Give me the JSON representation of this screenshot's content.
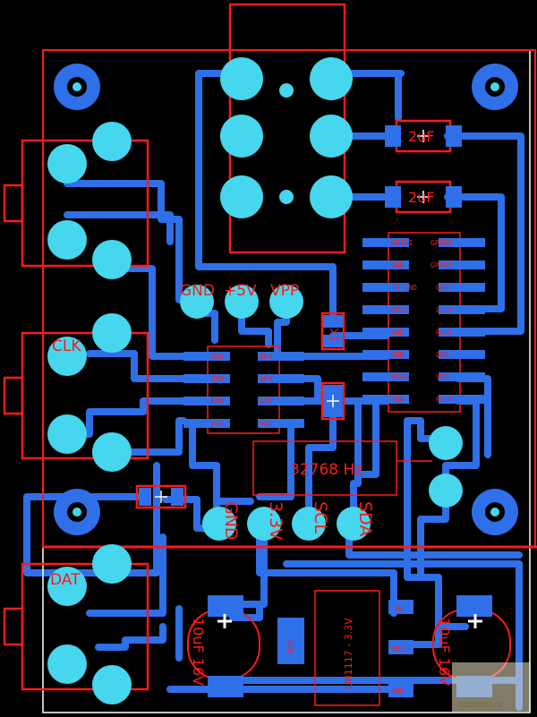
{
  "colors": {
    "background": "#000000",
    "copper": "#2f6fe8",
    "pad": "#46d6ee",
    "silkscreen": "#ff1a1a",
    "outline": "#ffffff"
  },
  "labels": {
    "gnd": "GND",
    "plus5v": "+5V",
    "vpp": "VPP",
    "clk": "CLK",
    "dat": "DAT",
    "crystal": "32768 Hz",
    "cap1": "2uF",
    "cap2": "2uF",
    "res": "1K",
    "hdr_gnd": "GND",
    "hdr_33v": "3.3V",
    "hdr_scl": "SCL",
    "hdr_sda": "SDA",
    "reg": "LM1117 - 3.3V",
    "reg_in": "IN",
    "reg_out": "OUT",
    "reg_gnd": "GND",
    "reg_tab": "OUT",
    "ecap_left": "10uF 16V",
    "ecap_right": "10uF 16V",
    "ecap_plus": "+",
    "watermark": "radiohot.ru"
  },
  "ic_left": {
    "left_pins": [
      "GP2",
      "GP1",
      "GP0",
      "VSS"
    ],
    "right_pins": [
      "GP3",
      "GP4",
      "GP5",
      "VDD"
    ]
  },
  "ic_right": {
    "left_pins": [
      "GPIO1",
      "GND",
      "TX GND",
      "FMIN",
      "GND",
      "GND",
      "SCLK",
      "SDA"
    ],
    "right_pins": [
      "GPIO2",
      "GPIO3",
      "GND",
      "LOUT",
      "ROUT",
      "GND",
      "VDD",
      "RCLK"
    ]
  }
}
